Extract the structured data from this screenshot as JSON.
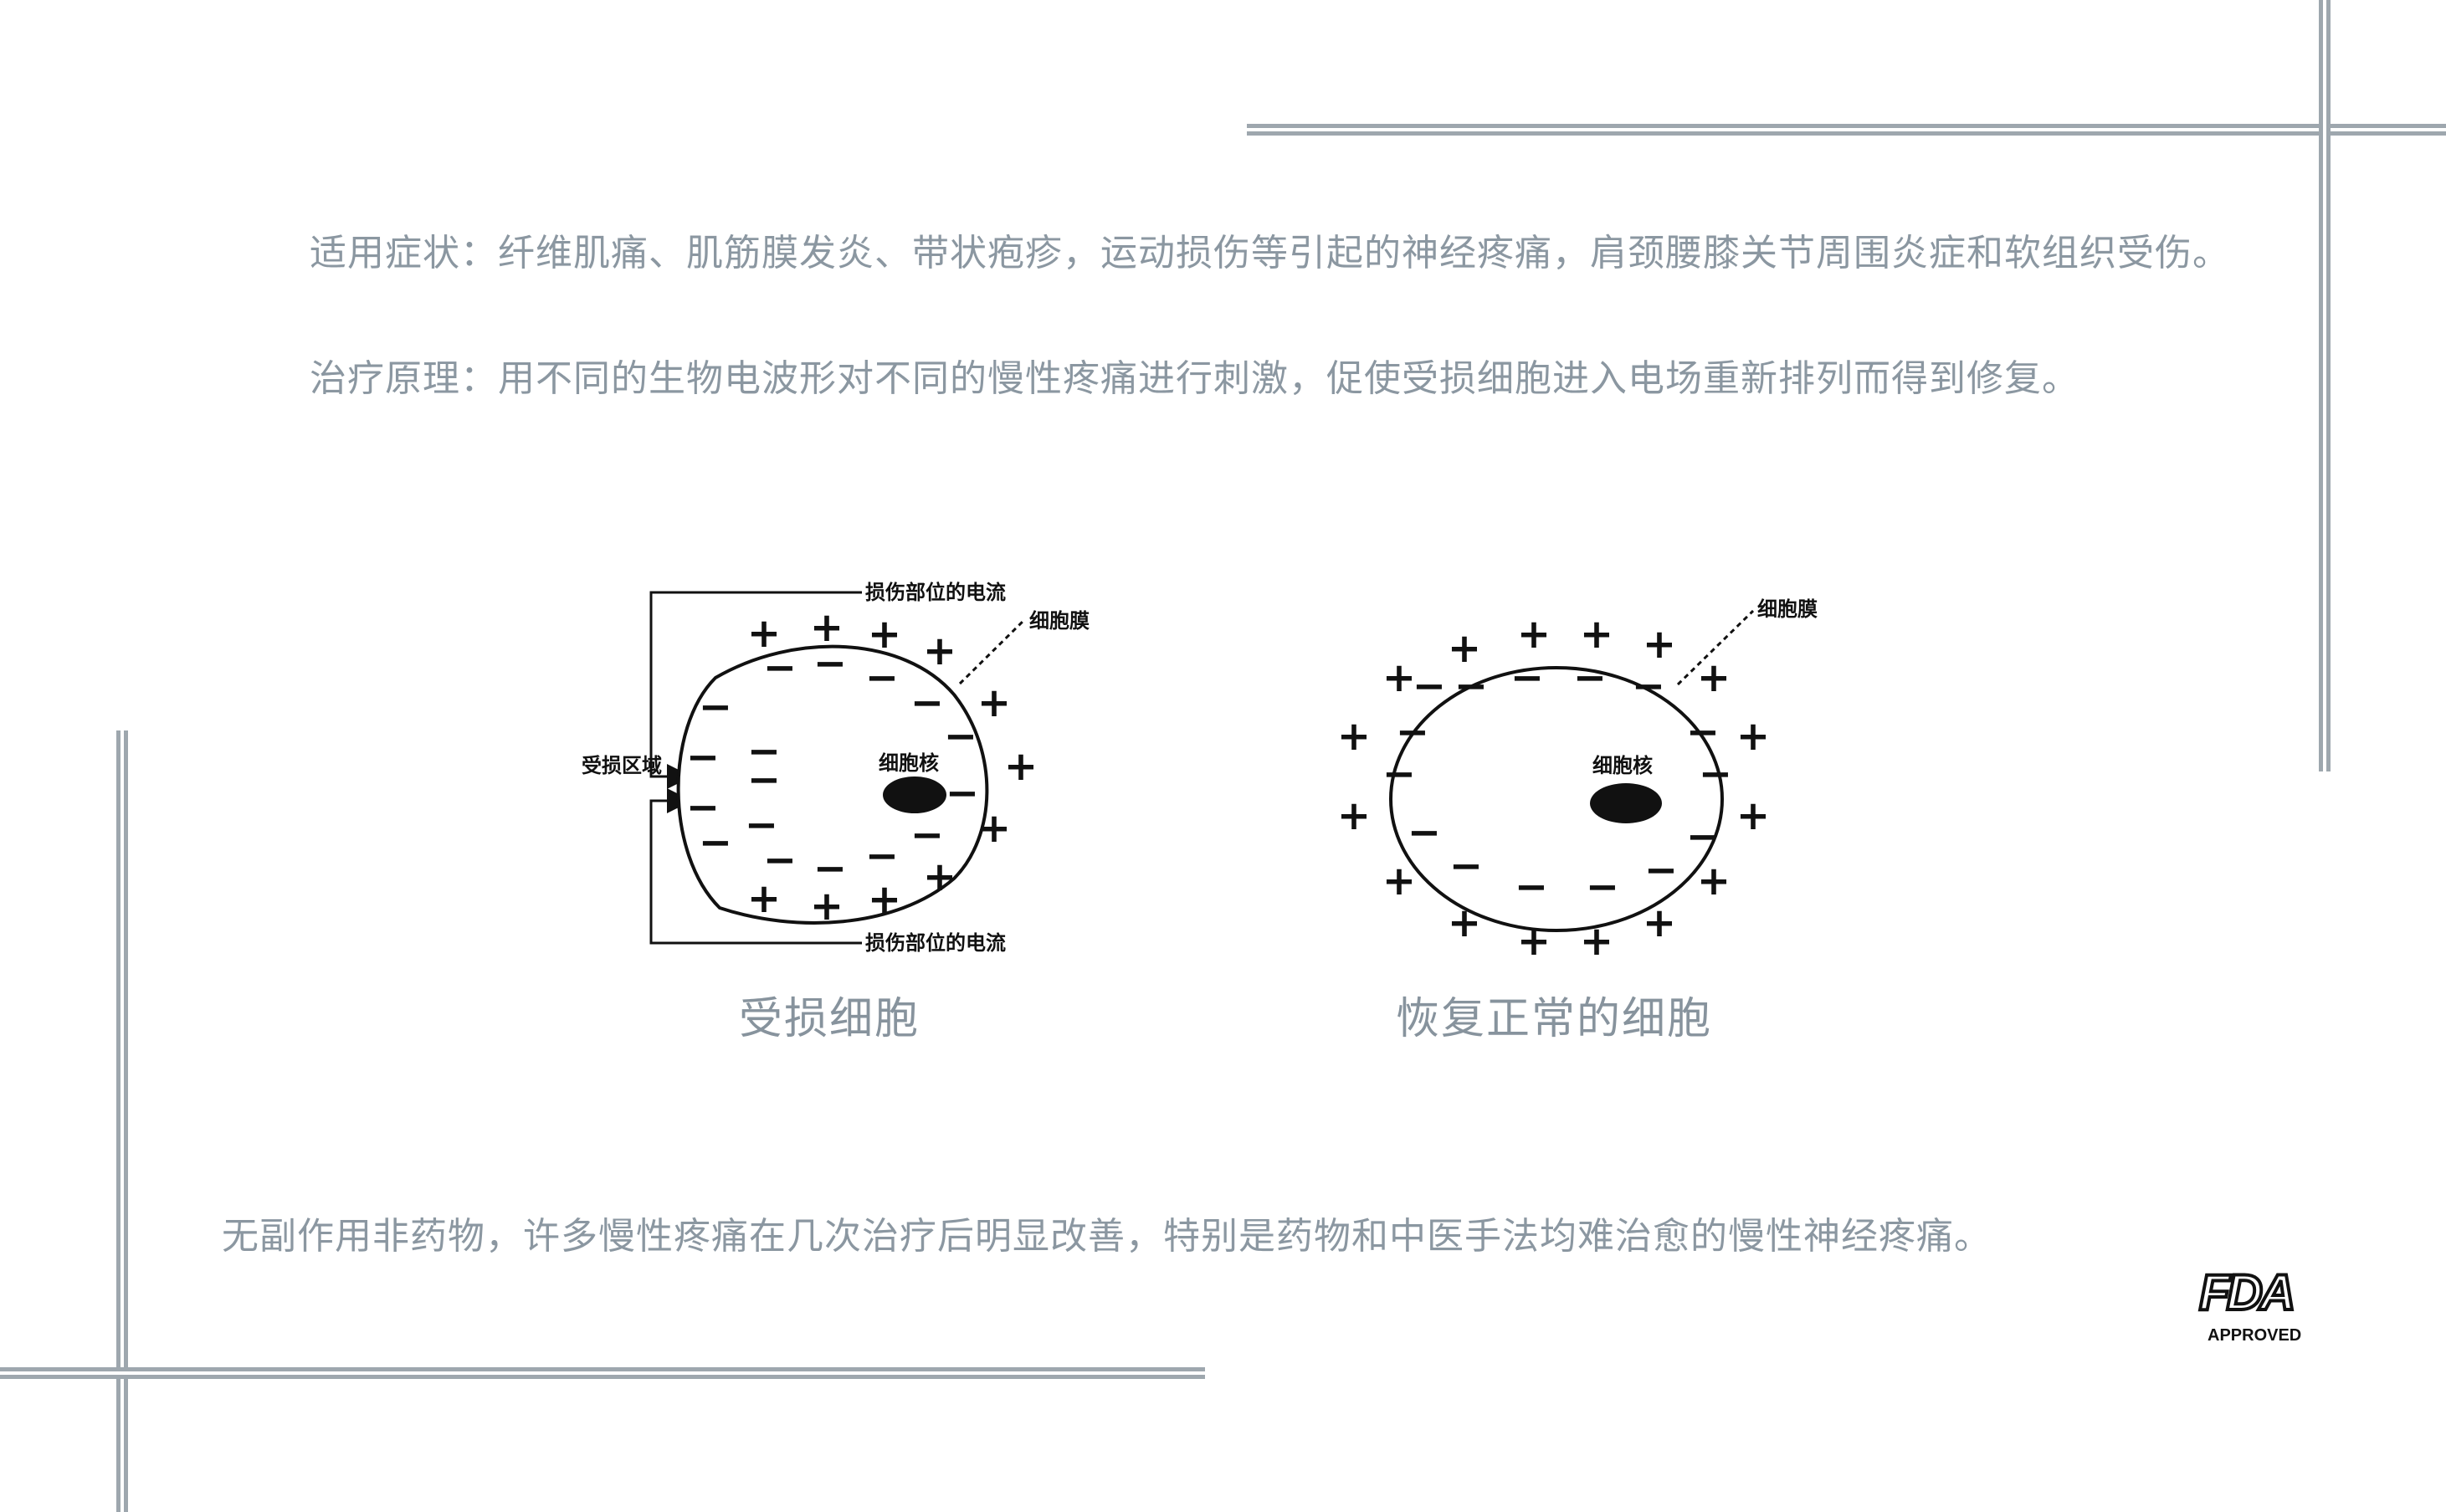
{
  "paragraphs": {
    "symptoms": "适用症状：纤维肌痛、肌筋膜发炎、带状疱疹，运动损伤等引起的神经疼痛，肩颈腰膝关节周围炎症和软组织受伤。",
    "principle": "治疗原理：用不同的生物电波形对不同的慢性疼痛进行刺激，促使受损细胞进入电场重新排列而得到修复。"
  },
  "diagram": {
    "left_cell": {
      "current_top": "损伤部位的电流",
      "current_bottom": "损伤部位的电流",
      "membrane": "细胞膜",
      "nucleus": "细胞核",
      "damaged_area": "受损区域",
      "caption": "受损细胞"
    },
    "right_cell": {
      "membrane": "细胞膜",
      "nucleus": "细胞核",
      "caption": "恢复正常的细胞"
    },
    "plus_sign": "+",
    "minus_sign": "−"
  },
  "summary": "无副作用非药物，许多慢性疼痛在几次治疗后明显改善，特别是药物和中医手法均难治愈的慢性神经疼痛。",
  "fda_badge": {
    "logo_text": "FDA",
    "label": "APPROVED"
  },
  "colors": {
    "frame_line": "#9ea7ae",
    "body_text": "#8b97a1",
    "diagram_ink": "#111111"
  }
}
